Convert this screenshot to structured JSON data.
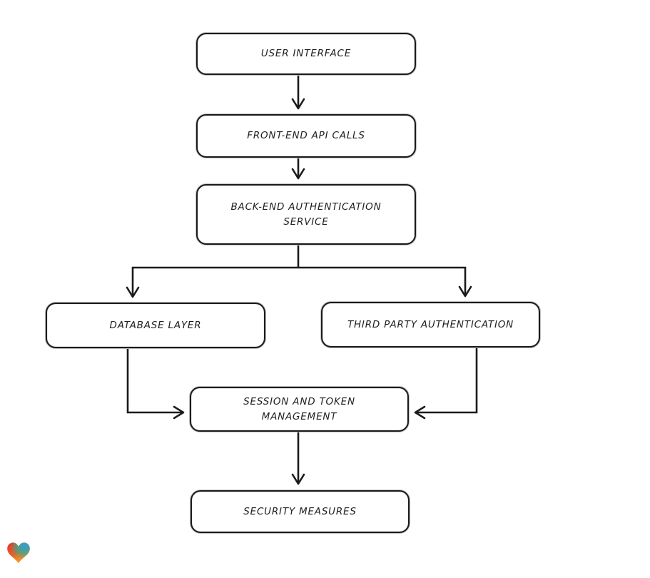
{
  "diagram": {
    "type": "flowchart",
    "nodes": [
      {
        "id": "user-interface",
        "label": "USER INTERFACE"
      },
      {
        "id": "front-end-api-calls",
        "label": "FRONT-END API CALLS"
      },
      {
        "id": "back-end-auth-service",
        "label": "BACK-END AUTHENTICATION SERVICE"
      },
      {
        "id": "database-layer",
        "label": "DATABASE LAYER"
      },
      {
        "id": "third-party-auth",
        "label": "THIRD PARTY AUTHENTICATION"
      },
      {
        "id": "session-token-mgmt",
        "label": "SESSION AND TOKEN MANAGEMENT"
      },
      {
        "id": "security-measures",
        "label": "SECURITY MEASURES"
      }
    ],
    "edges": [
      {
        "from": "user-interface",
        "to": "front-end-api-calls"
      },
      {
        "from": "front-end-api-calls",
        "to": "back-end-auth-service"
      },
      {
        "from": "back-end-auth-service",
        "to": "database-layer"
      },
      {
        "from": "back-end-auth-service",
        "to": "third-party-auth"
      },
      {
        "from": "database-layer",
        "to": "session-token-mgmt"
      },
      {
        "from": "third-party-auth",
        "to": "session-token-mgmt"
      },
      {
        "from": "session-token-mgmt",
        "to": "security-measures"
      }
    ],
    "style": {
      "background": "#ffffff",
      "node_fill": "#ffffff",
      "stroke_color": "#1b1b1b"
    }
  },
  "logo": {
    "name": "heart-logo",
    "colors": {
      "red": "#e5332c",
      "blue": "#2d9fe0",
      "teal": "#2fb08c",
      "orange": "#f6a32f"
    }
  }
}
